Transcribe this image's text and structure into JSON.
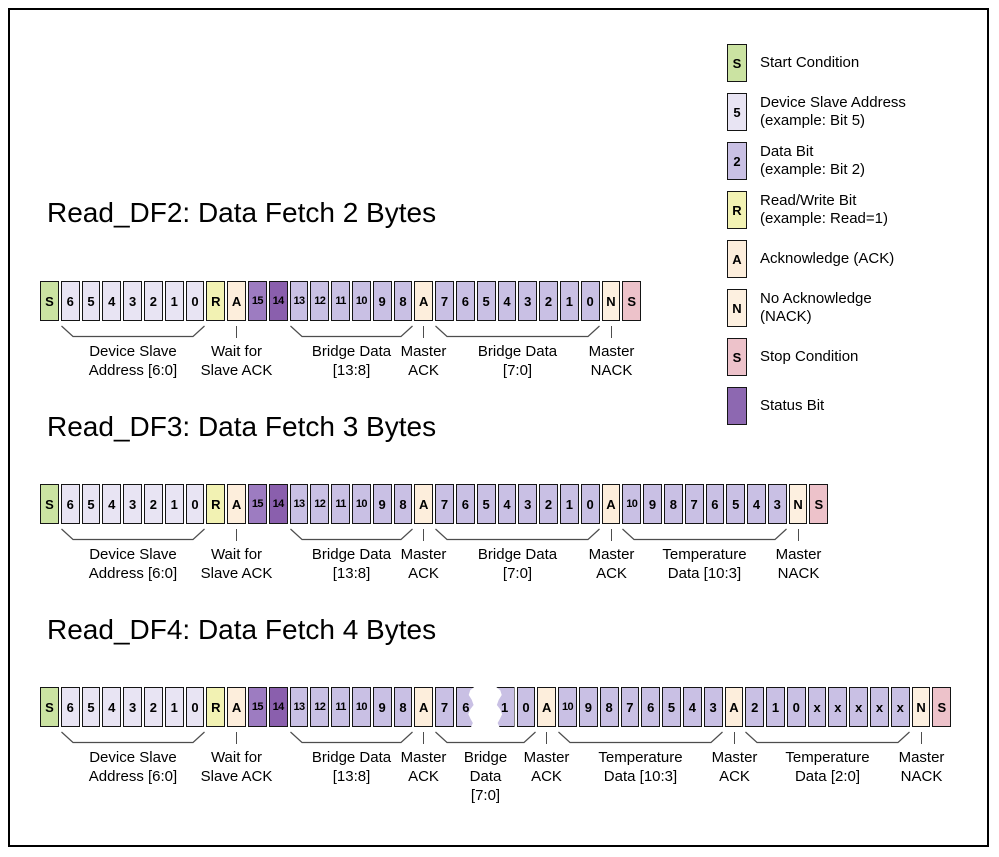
{
  "colors": {
    "start": "#cbe3a2",
    "addr": "#e8e4f3",
    "data": "#c9c0e4",
    "rw": "#f2f2b3",
    "ack": "#fdeedc",
    "nack": "#fdf0e0",
    "stop": "#edc2ca",
    "status15": "#9d7cc1",
    "status14": "#8a5fad",
    "status": "#8d68b1",
    "cell_border": "#151515"
  },
  "legend": {
    "items": [
      {
        "symbol": "S",
        "type": "start",
        "label": "Start Condition"
      },
      {
        "symbol": "5",
        "type": "addr",
        "label": "Device Slave Address\n(example: Bit 5)"
      },
      {
        "symbol": "2",
        "type": "data",
        "label": "Data Bit\n(example: Bit 2)"
      },
      {
        "symbol": "R",
        "type": "rw",
        "label": "Read/Write Bit\n(example: Read=1)"
      },
      {
        "symbol": "A",
        "type": "ack",
        "label": "Acknowledge (ACK)"
      },
      {
        "symbol": "N",
        "type": "nack",
        "label": "No Acknowledge\n(NACK)"
      },
      {
        "symbol": "S",
        "type": "stop",
        "label": "Stop Condition"
      },
      {
        "symbol": "",
        "type": "status",
        "label": "Status Bit"
      }
    ]
  },
  "sections": [
    {
      "title": "Read_DF2: Data Fetch 2 Bytes",
      "cells": [
        [
          "S",
          "start"
        ],
        [
          "6",
          "addr"
        ],
        [
          "5",
          "addr"
        ],
        [
          "4",
          "addr"
        ],
        [
          "3",
          "addr"
        ],
        [
          "2",
          "addr"
        ],
        [
          "1",
          "addr"
        ],
        [
          "0",
          "addr"
        ],
        [
          "R",
          "rw"
        ],
        [
          "A",
          "ack"
        ],
        [
          "15",
          "status15"
        ],
        [
          "14",
          "status14"
        ],
        [
          "13",
          "data"
        ],
        [
          "12",
          "data"
        ],
        [
          "11",
          "data"
        ],
        [
          "10",
          "data"
        ],
        [
          "9",
          "data"
        ],
        [
          "8",
          "data"
        ],
        [
          "A",
          "ack"
        ],
        [
          "7",
          "data"
        ],
        [
          "6",
          "data"
        ],
        [
          "5",
          "data"
        ],
        [
          "4",
          "data"
        ],
        [
          "3",
          "data"
        ],
        [
          "2",
          "data"
        ],
        [
          "1",
          "data"
        ],
        [
          "0",
          "data"
        ],
        [
          "N",
          "nack"
        ],
        [
          "S",
          "stop"
        ]
      ],
      "groups": [
        {
          "from": 1,
          "to": 7,
          "label": "Device Slave\nAddress [6:0]"
        },
        {
          "from": 9,
          "to": 9,
          "label": "Wait for\nSlave ACK"
        },
        {
          "from": 12,
          "to": 17,
          "label": "Bridge Data\n[13:8]"
        },
        {
          "from": 18,
          "to": 18,
          "label": "Master\nACK"
        },
        {
          "from": 19,
          "to": 26,
          "label": "Bridge Data\n[7:0]"
        },
        {
          "from": 27,
          "to": 27,
          "label": "Master\nNACK"
        }
      ]
    },
    {
      "title": "Read_DF3: Data Fetch 3 Bytes",
      "cells": [
        [
          "S",
          "start"
        ],
        [
          "6",
          "addr"
        ],
        [
          "5",
          "addr"
        ],
        [
          "4",
          "addr"
        ],
        [
          "3",
          "addr"
        ],
        [
          "2",
          "addr"
        ],
        [
          "1",
          "addr"
        ],
        [
          "0",
          "addr"
        ],
        [
          "R",
          "rw"
        ],
        [
          "A",
          "ack"
        ],
        [
          "15",
          "status15"
        ],
        [
          "14",
          "status14"
        ],
        [
          "13",
          "data"
        ],
        [
          "12",
          "data"
        ],
        [
          "11",
          "data"
        ],
        [
          "10",
          "data"
        ],
        [
          "9",
          "data"
        ],
        [
          "8",
          "data"
        ],
        [
          "A",
          "ack"
        ],
        [
          "7",
          "data"
        ],
        [
          "6",
          "data"
        ],
        [
          "5",
          "data"
        ],
        [
          "4",
          "data"
        ],
        [
          "3",
          "data"
        ],
        [
          "2",
          "data"
        ],
        [
          "1",
          "data"
        ],
        [
          "0",
          "data"
        ],
        [
          "A",
          "ack"
        ],
        [
          "10",
          "data"
        ],
        [
          "9",
          "data"
        ],
        [
          "8",
          "data"
        ],
        [
          "7",
          "data"
        ],
        [
          "6",
          "data"
        ],
        [
          "5",
          "data"
        ],
        [
          "4",
          "data"
        ],
        [
          "3",
          "data"
        ],
        [
          "N",
          "nack"
        ],
        [
          "S",
          "stop"
        ]
      ],
      "groups": [
        {
          "from": 1,
          "to": 7,
          "label": "Device Slave\nAddress [6:0]"
        },
        {
          "from": 9,
          "to": 9,
          "label": "Wait for\nSlave ACK"
        },
        {
          "from": 12,
          "to": 17,
          "label": "Bridge Data\n[13:8]"
        },
        {
          "from": 18,
          "to": 18,
          "label": "Master\nACK"
        },
        {
          "from": 19,
          "to": 26,
          "label": "Bridge Data\n[7:0]"
        },
        {
          "from": 27,
          "to": 27,
          "label": "Master\nACK"
        },
        {
          "from": 28,
          "to": 35,
          "label": "Temperature\nData [10:3]"
        },
        {
          "from": 36,
          "to": 36,
          "label": "Master\nNACK"
        }
      ]
    },
    {
      "title": "Read_DF4: Data Fetch 4 Bytes",
      "cells": [
        [
          "S",
          "start"
        ],
        [
          "6",
          "addr"
        ],
        [
          "5",
          "addr"
        ],
        [
          "4",
          "addr"
        ],
        [
          "3",
          "addr"
        ],
        [
          "2",
          "addr"
        ],
        [
          "1",
          "addr"
        ],
        [
          "0",
          "addr"
        ],
        [
          "R",
          "rw"
        ],
        [
          "A",
          "ack"
        ],
        [
          "15",
          "status15"
        ],
        [
          "14",
          "status14"
        ],
        [
          "13",
          "data"
        ],
        [
          "12",
          "data"
        ],
        [
          "11",
          "data"
        ],
        [
          "10",
          "data"
        ],
        [
          "9",
          "data"
        ],
        [
          "8",
          "data"
        ],
        [
          "A",
          "ack"
        ],
        [
          "7",
          "data"
        ],
        [
          "6",
          "data",
          "torn-r"
        ],
        [
          "",
          "break"
        ],
        [
          "1",
          "data",
          "torn-l"
        ],
        [
          "0",
          "data"
        ],
        [
          "A",
          "ack"
        ],
        [
          "10",
          "data"
        ],
        [
          "9",
          "data"
        ],
        [
          "8",
          "data"
        ],
        [
          "7",
          "data"
        ],
        [
          "6",
          "data"
        ],
        [
          "5",
          "data"
        ],
        [
          "4",
          "data"
        ],
        [
          "3",
          "data"
        ],
        [
          "A",
          "ack"
        ],
        [
          "2",
          "data"
        ],
        [
          "1",
          "data"
        ],
        [
          "0",
          "data"
        ],
        [
          "x",
          "data"
        ],
        [
          "x",
          "data"
        ],
        [
          "x",
          "data"
        ],
        [
          "x",
          "data"
        ],
        [
          "x",
          "data"
        ],
        [
          "N",
          "nack"
        ],
        [
          "S",
          "stop"
        ]
      ],
      "groups": [
        {
          "from": 1,
          "to": 7,
          "label": "Device Slave\nAddress [6:0]"
        },
        {
          "from": 9,
          "to": 9,
          "label": "Wait for\nSlave ACK"
        },
        {
          "from": 12,
          "to": 17,
          "label": "Bridge Data\n[13:8]"
        },
        {
          "from": 18,
          "to": 18,
          "label": "Master\nACK"
        },
        {
          "from": 19,
          "to": 23,
          "label": "Bridge\nData\n[7:0]"
        },
        {
          "from": 24,
          "to": 24,
          "label": "Master\nACK"
        },
        {
          "from": 25,
          "to": 32,
          "label": "Temperature\nData [10:3]"
        },
        {
          "from": 33,
          "to": 33,
          "label": "Master\nACK"
        },
        {
          "from": 34,
          "to": 41,
          "label": "Temperature\nData [2:0]"
        },
        {
          "from": 42,
          "to": 42,
          "label": "Master\nNACK"
        }
      ]
    }
  ]
}
